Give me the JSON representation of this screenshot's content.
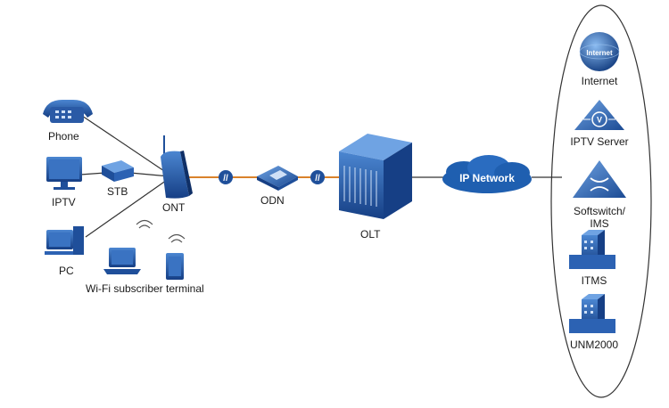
{
  "devices": {
    "phone": "Phone",
    "iptv": "IPTV",
    "stb": "STB",
    "pc": "PC",
    "ont": "ONT",
    "odn": "ODN",
    "olt": "OLT",
    "wifi_terminal": "Wi-Fi subscriber terminal"
  },
  "network": {
    "ip_network": "IP Network"
  },
  "services": {
    "internet": "Internet",
    "internet_globe_text": "Internet",
    "iptv_server": "IPTV Server",
    "softswitch_line1": "Softswitch/",
    "softswitch_line2": "IMS",
    "itms": "ITMS",
    "unm": "UNM2000"
  },
  "colors": {
    "device_blue": "#1f4f9a",
    "fiber_orange": "#d9822b",
    "cloud_blue": "#1f5fb0"
  }
}
